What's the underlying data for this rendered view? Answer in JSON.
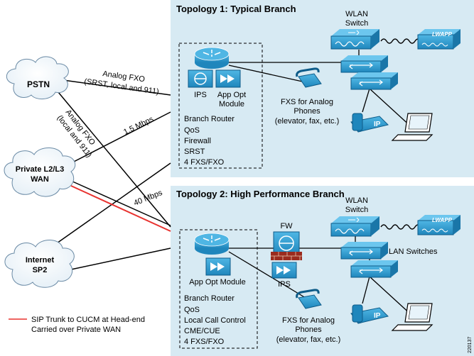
{
  "topology1": {
    "title": "Topology 1: Typical Branch",
    "wlan_switch_label": "WLAN\nSwitch",
    "lwapp_label": "LWAPP",
    "ips_label": "IPS",
    "app_opt_label": "App Opt\nModule",
    "fxs_label": "FXS for Analog\nPhones\n(elevator, fax, etc.)",
    "router_features": [
      "Branch Router",
      "QoS",
      "Firewall",
      "SRST",
      "4 FXS/FXO"
    ]
  },
  "topology2": {
    "title": "Topology 2: High Performance Branch",
    "wlan_switch_label": "WLAN\nSwitch",
    "lwapp_label": "LWAPP",
    "fw_label": "FW",
    "ips_label": "IPS",
    "lan_switches_label": "LAN Switches",
    "app_opt_label": "App Opt Module",
    "fxs_label": "FXS for Analog\nPhones\n(elevator, fax, etc.)",
    "router_features": [
      "Branch Router",
      "QoS",
      "Local Call Control",
      "CME/CUE",
      "4 FXS/FXO"
    ]
  },
  "clouds": {
    "pstn": "PSTN",
    "wan": "Private L2/L3\nWAN",
    "internet": "Internet\nSP2"
  },
  "links": {
    "analog_fxo_1": "Analog FXO\n(SRST, local and 911)",
    "analog_fxo_2": "Analog FXO\n(local and 911)",
    "mbps_1_5": "1.5 Mbps",
    "mbps_40": "40 Mbps"
  },
  "ip_label": "IP",
  "legend": {
    "text": "SIP Trunk to CUCM at Head-end\nCarried over Private WAN",
    "color": "#e8322f"
  },
  "figure_id": "220137",
  "colors": {
    "panel_bg": "#d7eaf3",
    "device": "#2a95c9",
    "device_dark": "#13679a",
    "wire": "#000000",
    "sip": "#e8322f"
  }
}
